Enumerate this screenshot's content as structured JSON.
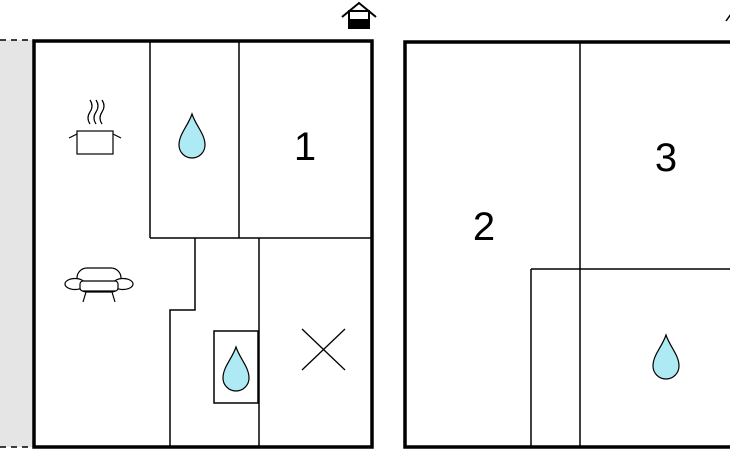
{
  "plan": {
    "colors": {
      "wall": "#000000",
      "background": "#ffffff",
      "outside_strip": "#e5e5e5",
      "water_fill": "#aeeaf4"
    },
    "rooms": [
      {
        "id": "bedroom-1",
        "number": "1"
      },
      {
        "id": "bedroom-2",
        "number": "2"
      },
      {
        "id": "bedroom-3",
        "number": "3"
      }
    ],
    "icons": [
      "entrance-icon",
      "kitchen-pot-icon",
      "sofa-icon",
      "water-drop-icon",
      "cross-icon"
    ]
  }
}
